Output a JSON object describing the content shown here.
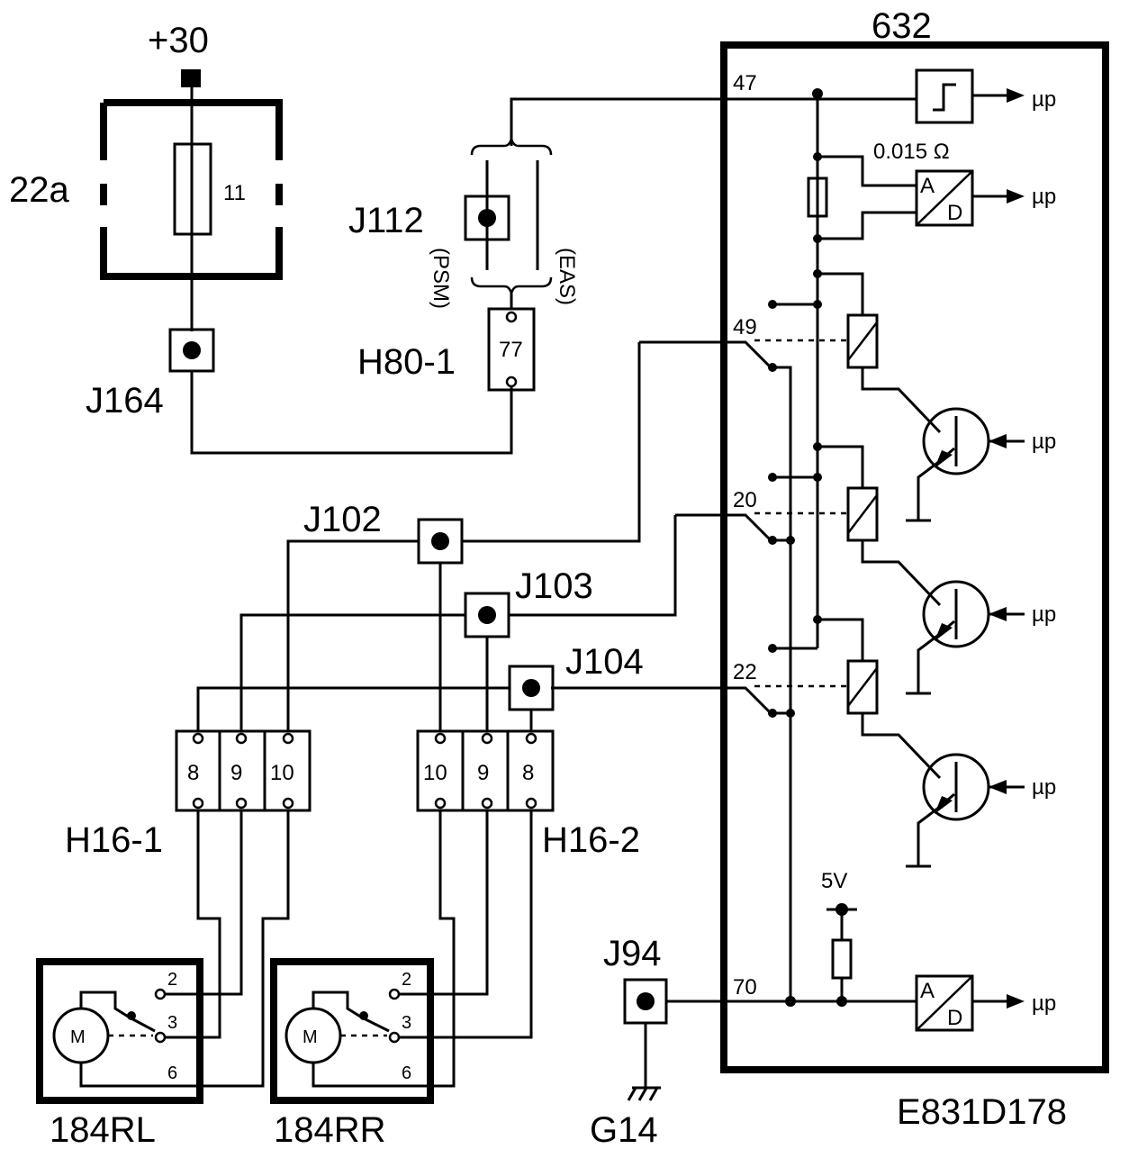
{
  "labels": {
    "plus30": "+30",
    "fuse_block": "22a",
    "fuse_number": "11",
    "j164": "J164",
    "j112": "J112",
    "psm": "(PSM)",
    "eas": "(EAS)",
    "h80_1": "H80-1",
    "h80_pin": "77",
    "module": "632",
    "pin47": "47",
    "pin49": "49",
    "pin20": "20",
    "pin22": "22",
    "pin70": "70",
    "shunt": "0.015 Ω",
    "mu_p": "µp",
    "adc_a": "A",
    "adc_d": "D",
    "j102": "J102",
    "j103": "J103",
    "j104": "J104",
    "h16_1": "H16-1",
    "h16_2": "H16-2",
    "h16_1_pins": [
      "8",
      "9",
      "10"
    ],
    "h16_2_pins": [
      "10",
      "9",
      "8"
    ],
    "motor_symbol": "M",
    "sw2": "2",
    "sw3": "3",
    "sw6": "6",
    "m_rl": "184RL",
    "m_rr": "184RR",
    "j94": "J94",
    "g14": "G14",
    "v5": "5V",
    "doc_id": "E831D178"
  }
}
